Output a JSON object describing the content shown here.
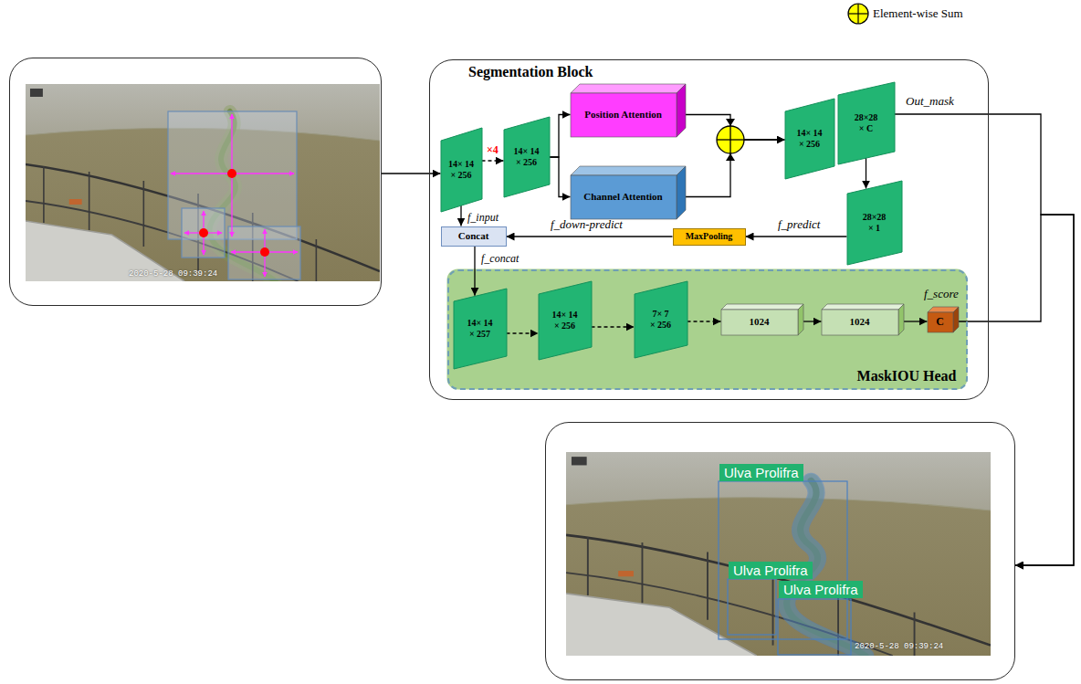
{
  "diagram": {
    "nodes": [
      {
        "text": [
          "2020-5-28 09:39:24"
        ]
      },
      {
        "text": [
          "Segmentation Block"
        ]
      },
      {
        "text": [
          "14× 14 × 256"
        ],
        "in": 1
      },
      {
        "text": [
          "14× 14 × 256"
        ],
        "in": 1
      },
      {
        "text": [
          "Position Attention"
        ],
        "in": 1
      },
      {
        "text": [
          "Channel Attention"
        ],
        "in": 1
      },
      {
        "text": [
          "14× 14 × 256"
        ],
        "in": 1
      },
      {
        "text": [
          "28×28 × C"
        ],
        "in": 1
      },
      {
        "text": [
          "28×28 × 1"
        ],
        "in": 1
      },
      {
        "text": [
          "MaxPooling"
        ],
        "in": 1
      },
      {
        "text": [
          "Concat"
        ],
        "in": 1
      },
      {
        "text": [
          "MaskIOU Head"
        ],
        "in": 1
      },
      {
        "text": [
          "14× 14 × 257"
        ],
        "in": 11
      },
      {
        "text": [
          "14× 14 × 256"
        ],
        "in": 11
      },
      {
        "text": [
          "7× 7 × 256"
        ],
        "in": 11
      },
      {
        "text": [
          "1024"
        ],
        "in": 11
      },
      {
        "text": [
          "1024"
        ],
        "in": 11
      },
      {
        "text": [
          "C"
        ],
        "in": 11
      },
      {
        "text": [
          "Ulva Prolifra",
          "Ulva Prolifra",
          "Ulva Prolifra",
          "2020-5-28 09:39:24"
        ]
      }
    ],
    "edges": [
      {
        "from": 0,
        "to": 2,
        "arrow": "to"
      },
      {
        "from": 2,
        "to": 3,
        "label": "×4",
        "arrow": "to"
      },
      {
        "from": 3,
        "to": 4,
        "arrow": "to"
      },
      {
        "from": 3,
        "to": 5,
        "arrow": "to"
      },
      {
        "from": 4,
        "to": 6,
        "arrow": "to"
      },
      {
        "from": 5,
        "to": 6,
        "arrow": "to"
      },
      {
        "from": 7,
        "to": 18,
        "label": "Out_mask",
        "arrow": "to"
      },
      {
        "from": 7,
        "to": 8,
        "arrow": "to"
      },
      {
        "from": 8,
        "to": 9,
        "label": "f_predict",
        "arrow": "to"
      },
      {
        "from": 9,
        "to": 10,
        "label": "f_down-predict",
        "arrow": "to"
      },
      {
        "from": 2,
        "to": 10,
        "label": "f_input",
        "arrow": "to"
      },
      {
        "from": 10,
        "to": 12,
        "label": "f_concat",
        "arrow": "to"
      },
      {
        "from": 12,
        "to": 13,
        "arrow": "to"
      },
      {
        "from": 13,
        "to": 14,
        "arrow": "to"
      },
      {
        "from": 14,
        "to": 15,
        "arrow": "to"
      },
      {
        "from": 15,
        "to": 16,
        "arrow": "to"
      },
      {
        "from": 16,
        "to": 17,
        "arrow": "to"
      },
      {
        "from": 17,
        "to": 18,
        "label": "f_score",
        "arrow": "to"
      }
    ],
    "legend": [
      {
        "text": "Element-wise Sum"
      }
    ]
  }
}
